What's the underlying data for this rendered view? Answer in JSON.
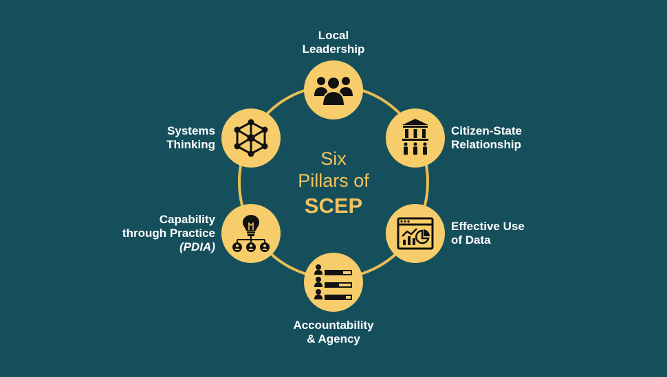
{
  "center": {
    "line1": "Six",
    "line2": "Pillars of",
    "line3": "SCEP"
  },
  "colors": {
    "background": "#164f5c",
    "accent": "#f6cd6a",
    "ring": "#e9bf55",
    "icon": "#111111"
  },
  "pillars": [
    {
      "id": "local-leadership",
      "icon": "group-people-icon",
      "lines": [
        "Local",
        "Leadership"
      ]
    },
    {
      "id": "citizen-state",
      "icon": "government-citizens-icon",
      "lines": [
        "Citizen-State",
        "Relationship"
      ]
    },
    {
      "id": "data",
      "icon": "data-dashboard-icon",
      "lines": [
        "Effective Use",
        "of Data"
      ]
    },
    {
      "id": "accountability",
      "icon": "people-progress-bars-icon",
      "lines": [
        "Accountability",
        "& Agency"
      ]
    },
    {
      "id": "capability",
      "icon": "lightbulb-network-icon",
      "lines": [
        "Capability",
        "through Practice",
        "(PDIA)"
      ]
    },
    {
      "id": "systems",
      "icon": "network-nodes-icon",
      "lines": [
        "Systems",
        "Thinking"
      ]
    }
  ]
}
